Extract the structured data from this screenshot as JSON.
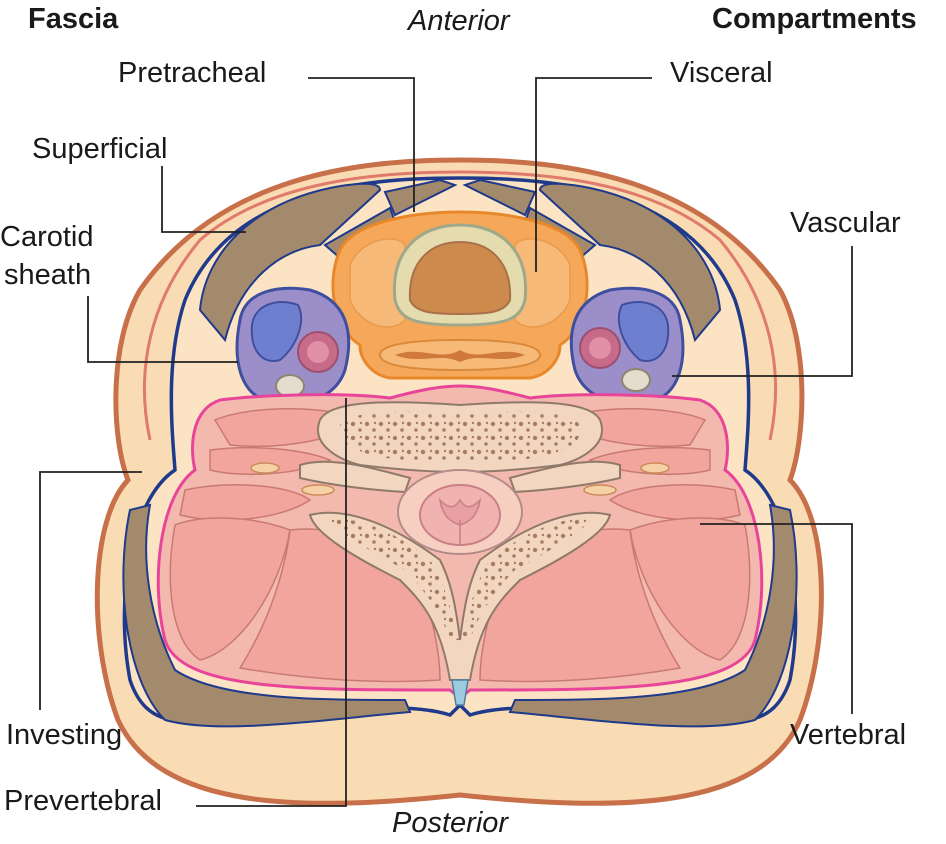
{
  "headings": {
    "left": "Fascia",
    "right": "Compartments",
    "top": "Anterior",
    "bottom": "Posterior"
  },
  "fascia_labels": {
    "pretracheal": "Pretracheal",
    "superficial": "Superficial",
    "carotid_line1": "Carotid",
    "carotid_line2": "sheath",
    "investing": "Investing",
    "prevertebral": "Prevertebral"
  },
  "compartment_labels": {
    "visceral": "Visceral",
    "vascular": "Vascular",
    "vertebral": "Vertebral"
  },
  "colors": {
    "skin": "#c8704a",
    "subcutaneous": "#f9dcb3",
    "investing_fascia": "#1f3a8a",
    "muscle_band": "#a48a6c",
    "visceral": "#f5a85a",
    "vascular": "#9c8ec9",
    "vertebral_muscle": "#f2a59c",
    "prevertebral_fascia": "#e8459a"
  }
}
